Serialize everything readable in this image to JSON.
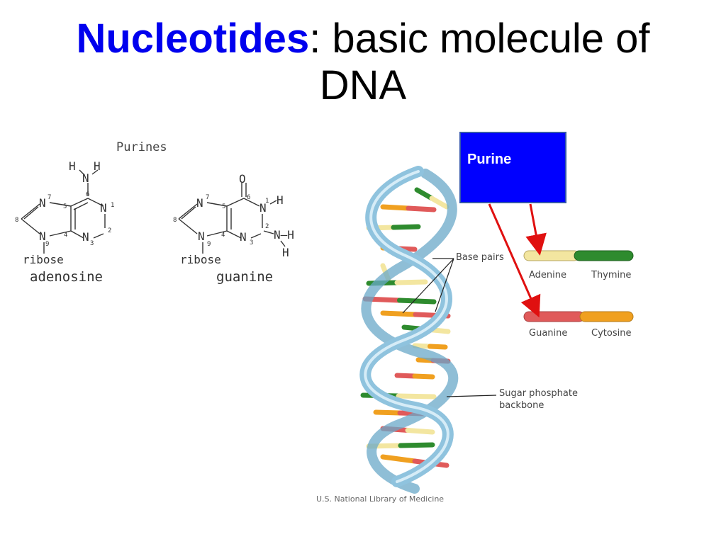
{
  "title": {
    "keyword": "Nucleotides",
    "rest": ": basic molecule of",
    "line2": "DNA"
  },
  "chem": {
    "heading": "Purines",
    "adenosine": {
      "caption": "adenosine",
      "sugar": "ribose",
      "atoms": {
        "h_left": "H",
        "h_right": "H",
        "n_amino": "N",
        "n7": "N",
        "n1": "N",
        "n3": "N",
        "n9": "N"
      },
      "positions": {
        "p6": "6",
        "p7": "7",
        "p5": "5",
        "p1": "1",
        "p8": "8",
        "p4": "4",
        "p2": "2",
        "p3": "3",
        "p9": "9"
      }
    },
    "guanine": {
      "caption": "guanine",
      "sugar": "ribose",
      "atoms": {
        "o": "O",
        "n7": "N",
        "n1": "N",
        "h1": "H",
        "n3": "N",
        "n9": "N",
        "n_amino": "N–H",
        "h_amino": "H"
      },
      "positions": {
        "p6": "6",
        "p7": "7",
        "p5": "5",
        "p1": "1",
        "p8": "8",
        "p2": "2",
        "p4": "4",
        "p3": "3",
        "p9": "9"
      }
    }
  },
  "dna": {
    "callout": "Purine",
    "labels": {
      "base_pairs": "Base pairs",
      "adenine": "Adenine",
      "thymine": "Thymine",
      "guanine": "Guanine",
      "cytosine": "Cytosine",
      "sugar_phosphate_1": "Sugar phosphate",
      "sugar_phosphate_2": "backbone"
    },
    "credit": "U.S. National Library of Medicine"
  },
  "colors": {
    "title_keyword": "#0000ee",
    "callout_box": "#0000ff",
    "arrow": "#e01010",
    "helix": "#8fc3de",
    "adenine": "#f3e6a0",
    "thymine": "#2e8b2e",
    "guanine": "#e05a5a",
    "cytosine": "#f0a020"
  }
}
